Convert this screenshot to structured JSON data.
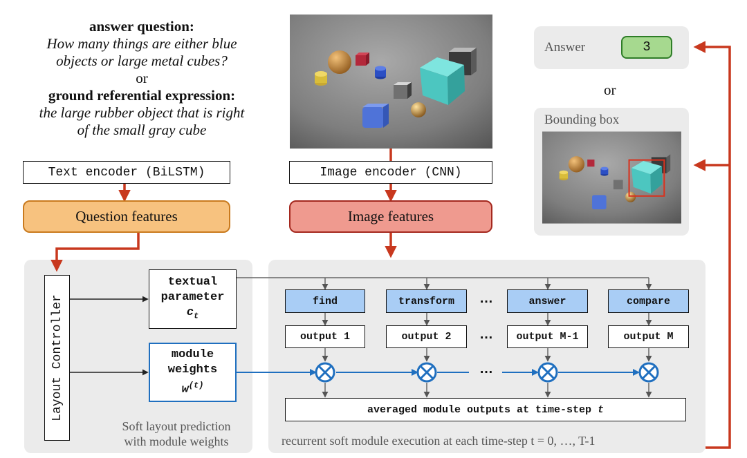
{
  "input_text": {
    "q_heading": "answer question:",
    "q_line1": "How many things are either blue",
    "q_line2": "objects or large metal cubes?",
    "or_word": "or",
    "r_heading": "ground referential expression:",
    "r_line1": "the large rubber object that is right",
    "r_line2": "of the small gray cube"
  },
  "encoders": {
    "text": "Text encoder (BiLSTM)",
    "image": "Image encoder (CNN)"
  },
  "features": {
    "question": "Question features",
    "image": "Image features"
  },
  "output_panel": {
    "answer_label": "Answer",
    "answer_value": "3",
    "or_word": "or",
    "bbox_label": "Bounding box"
  },
  "controller": {
    "label": "Layout Controller",
    "textual_line1": "textual",
    "textual_line2": "parameter",
    "textual_symbol": "c",
    "textual_sub": "t",
    "weights_line1": "module",
    "weights_line2": "weights",
    "weights_symbol": "w",
    "weights_sup": "(t)",
    "caption_line1": "Soft layout prediction",
    "caption_line2": "with module weights"
  },
  "execution": {
    "modules": [
      "find",
      "transform",
      "answer",
      "compare"
    ],
    "outputs": [
      "output 1",
      "output 2",
      "output M-1",
      "output M"
    ],
    "ellipsis": "…",
    "avg_label": "averaged module outputs at time-step",
    "avg_var": "t",
    "caption": "recurrent soft module execution at each time-step t = 0, …, T-1"
  },
  "colors": {
    "arrow_red": "#c8381e",
    "arrow_blue": "#1f6fbf",
    "module_blue": "#a9cdf5",
    "question_fill": "#f7c27f",
    "question_border": "#c97a1e",
    "image_fill": "#ef9a8f",
    "image_border": "#a4281e",
    "answer_fill": "#a6d98f",
    "answer_border": "#2e7d27",
    "panel_gray": "#ebebeb"
  }
}
